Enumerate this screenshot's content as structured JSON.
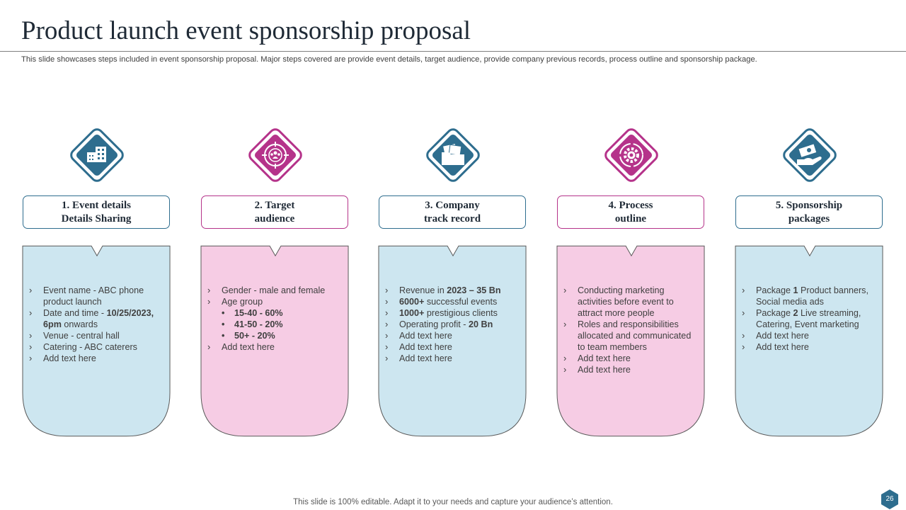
{
  "slide": {
    "title": "Product launch event sponsorship proposal",
    "subtitle": "This slide showcases steps included in event sponsorship proposal. Major steps covered are provide event details, target audience, provide company previous records, process outline and sponsorship package.",
    "footer": "This slide is 100% editable. Adapt it to your needs and capture your audience’s attention.",
    "page_number": "26"
  },
  "colors": {
    "teal": "#2e6d8e",
    "magenta": "#b5338a",
    "light_blue": "#cde6f0",
    "light_pink": "#f6cce4"
  },
  "steps": [
    {
      "icon": "building-icon",
      "label": "1. Event details\nDetails Sharing",
      "items": [
        {
          "type": "main",
          "parts": [
            {
              "t": "Event name - ABC phone product launch"
            }
          ]
        },
        {
          "type": "main",
          "parts": [
            {
              "t": "Date and time - "
            },
            {
              "t": "10/25/2023, 6pm",
              "b": true
            },
            {
              "t": " onwards"
            }
          ]
        },
        {
          "type": "main",
          "parts": [
            {
              "t": "Venue - central hall"
            }
          ]
        },
        {
          "type": "main",
          "parts": [
            {
              "t": "Catering - ABC caterers"
            }
          ]
        },
        {
          "type": "main",
          "parts": [
            {
              "t": "Add text here"
            }
          ]
        }
      ]
    },
    {
      "icon": "target-audience-icon",
      "label": "2. Target\naudience",
      "items": [
        {
          "type": "main",
          "parts": [
            {
              "t": "Gender - male and female"
            }
          ]
        },
        {
          "type": "main",
          "parts": [
            {
              "t": "Age group"
            }
          ]
        },
        {
          "type": "sub",
          "parts": [
            {
              "t": "15-40 - 60%"
            }
          ]
        },
        {
          "type": "sub",
          "parts": [
            {
              "t": "41-50 - 20%"
            }
          ]
        },
        {
          "type": "sub",
          "parts": [
            {
              "t": "50+ - 20%"
            }
          ]
        },
        {
          "type": "main",
          "parts": [
            {
              "t": "Add text here"
            }
          ]
        }
      ]
    },
    {
      "icon": "folder-icon",
      "label": "3. Company\ntrack record",
      "items": [
        {
          "type": "main",
          "parts": [
            {
              "t": "Revenue  in "
            },
            {
              "t": "2023 – 35 Bn",
              "b": true
            }
          ]
        },
        {
          "type": "main",
          "parts": [
            {
              "t": "6000+",
              "b": true
            },
            {
              "t": " successful events"
            }
          ]
        },
        {
          "type": "main",
          "parts": [
            {
              "t": "1000+",
              "b": true
            },
            {
              "t": " prestigious clients"
            }
          ]
        },
        {
          "type": "main",
          "parts": [
            {
              "t": "Operating profit - "
            },
            {
              "t": "20 Bn",
              "b": true
            }
          ]
        },
        {
          "type": "main",
          "parts": [
            {
              "t": "Add text here"
            }
          ]
        },
        {
          "type": "main",
          "parts": [
            {
              "t": "Add text here"
            }
          ]
        },
        {
          "type": "main",
          "parts": [
            {
              "t": "Add text here"
            }
          ]
        }
      ]
    },
    {
      "icon": "process-gear-icon",
      "label": "4. Process\noutline",
      "items": [
        {
          "type": "main",
          "parts": [
            {
              "t": "Conducting marketing activities before event to attract more people"
            }
          ]
        },
        {
          "type": "main",
          "parts": [
            {
              "t": "Roles and responsibilities allocated and communicated to team members"
            }
          ]
        },
        {
          "type": "main",
          "parts": [
            {
              "t": "Add text here"
            }
          ]
        },
        {
          "type": "main",
          "parts": [
            {
              "t": "Add text here"
            }
          ]
        }
      ]
    },
    {
      "icon": "money-hand-icon",
      "label": "5. Sponsorship\npackages",
      "items": [
        {
          "type": "main",
          "parts": [
            {
              "t": "Package "
            },
            {
              "t": "1",
              "b": true
            },
            {
              "t": "  Product banners, Social media ads"
            }
          ]
        },
        {
          "type": "main",
          "parts": [
            {
              "t": "Package "
            },
            {
              "t": "2",
              "b": true
            },
            {
              "t": "  Live streaming, Catering, Event marketing"
            }
          ]
        },
        {
          "type": "main",
          "parts": [
            {
              "t": "Add text here"
            }
          ]
        },
        {
          "type": "main",
          "parts": [
            {
              "t": "Add text here"
            }
          ]
        }
      ]
    }
  ]
}
